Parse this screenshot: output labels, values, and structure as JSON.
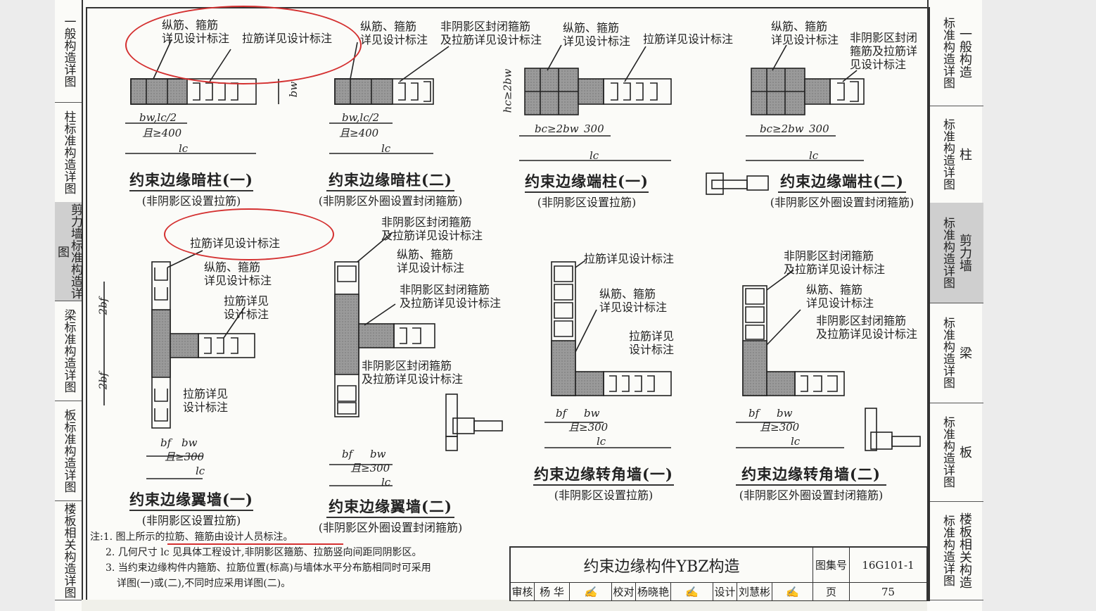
{
  "left_sidebar": [
    {
      "label": "一般构造详图"
    },
    {
      "label": "柱标准构造详图"
    },
    {
      "label": "剪力墙标准构造详图"
    },
    {
      "label": "梁标准构造详图"
    },
    {
      "label": "板标准构造详图"
    },
    {
      "label": "楼板相关构造详图"
    }
  ],
  "right_sidebar": [
    {
      "prefix": "标准构造详图",
      "label": "一般构造"
    },
    {
      "prefix": "标准构造详图",
      "label": "柱"
    },
    {
      "prefix": "标准构造详图",
      "label": "剪力墙"
    },
    {
      "prefix": "标准构造详图",
      "label": "梁"
    },
    {
      "prefix": "标准构造详图",
      "label": "板"
    },
    {
      "prefix": "标准构造详图",
      "label": "楼板相关构造"
    }
  ],
  "annotations": {
    "zongjin_gujin": "纵筋、箍筋",
    "xiangjian_sheji": "详见设计标注",
    "lajin_xiangjian": "拉筋详见设计标注",
    "fyy_fengbi_gujin": "非阴影区封闭箍筋",
    "ji_lajin_xiangjian": "及拉筋详见设计标注",
    "fyy_fengbi": "非阴影区封闭",
    "gujin_ji_lajin_xiang": "箍筋及拉筋详",
    "jian_sheji_biaozhu": "见设计标注",
    "lajin_xiangjian_short": "拉筋详见",
    "sheji_biaozhu": "设计标注"
  },
  "dims": {
    "bw_lc2": "bw,lc/2",
    "qie_ge_400": "且≥400",
    "lc": "lc",
    "bw": "bw",
    "bc_ge_2bw": "bc≥2bw",
    "hc_ge_2bw": "hc≥2bw",
    "d300": "300",
    "bf": "bf",
    "d2bf": "2bf",
    "qie_ge_300": "且≥300"
  },
  "captions": [
    {
      "title": "约束边缘暗柱(一)",
      "sub": "(非阴影区设置拉筋)"
    },
    {
      "title": "约束边缘暗柱(二)",
      "sub": "(非阴影区外圈设置封闭箍筋)"
    },
    {
      "title": "约束边缘端柱(一)",
      "sub": "(非阴影区设置拉筋)"
    },
    {
      "title": "约束边缘端柱(二)",
      "sub": "(非阴影区外圈设置封闭箍筋)"
    },
    {
      "title": "约束边缘翼墙(一)",
      "sub": "(非阴影区设置拉筋)"
    },
    {
      "title": "约束边缘翼墙(二)",
      "sub": "(非阴影区外圈设置封闭箍筋)"
    },
    {
      "title": "约束边缘转角墙(一)",
      "sub": "(非阴影区设置拉筋)"
    },
    {
      "title": "约束边缘转角墙(二)",
      "sub": "(非阴影区外圈设置封闭箍筋)"
    }
  ],
  "notes": [
    "注:1. 图上所示的拉筋、箍筋由设计人员标注。",
    "2. 几何尺寸 lc 见具体工程设计,非阴影区箍筋、拉筋竖向间距同阴影区。",
    "3. 当约束边缘构件内箍筋、拉筋位置(标高)与墙体水平分布筋相同时可采用",
    "详图(一)或(二),不同时应采用详图(二)。"
  ],
  "title_block": {
    "title": "约束边缘构件YBZ构造",
    "atlas_label": "图集号",
    "atlas_no": "16G101-1",
    "review_label": "审核",
    "reviewer": "杨 华",
    "check_label": "校对",
    "checker": "杨晓艳",
    "design_label": "设计",
    "designer": "刘慧彬",
    "page_label": "页",
    "page_no": "75"
  },
  "highlight_color": "#d43030"
}
